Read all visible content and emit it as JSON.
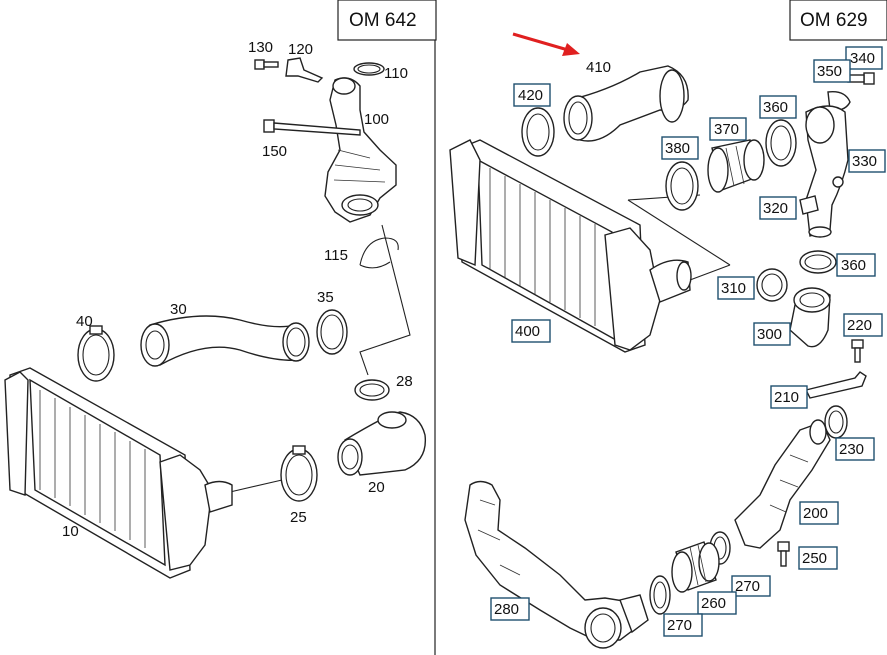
{
  "panels": {
    "left": {
      "title": "OM 642"
    },
    "right": {
      "title": "OM 629"
    }
  },
  "left_labels": {
    "l130": "130",
    "l120": "120",
    "l110": "110",
    "l100": "100",
    "l150": "150",
    "l115": "115",
    "l40": "40",
    "l30": "30",
    "l35": "35",
    "l28": "28",
    "l20": "20",
    "l25": "25",
    "l10": "10"
  },
  "right_labels": {
    "r410": "410",
    "r420": "420",
    "r340": "340",
    "r350": "350",
    "r360a": "360",
    "r370": "370",
    "r380": "380",
    "r330": "330",
    "r320": "320",
    "r360b": "360",
    "r310": "310",
    "r400": "400",
    "r300": "300",
    "r220": "220",
    "r210": "210",
    "r230": "230",
    "r200": "200",
    "r250": "250",
    "r270a": "270",
    "r260": "260",
    "r280": "280",
    "r270b": "270"
  },
  "colors": {
    "label_box": "#1f4f6e",
    "arrow": "#e02020",
    "line": "#222222"
  }
}
